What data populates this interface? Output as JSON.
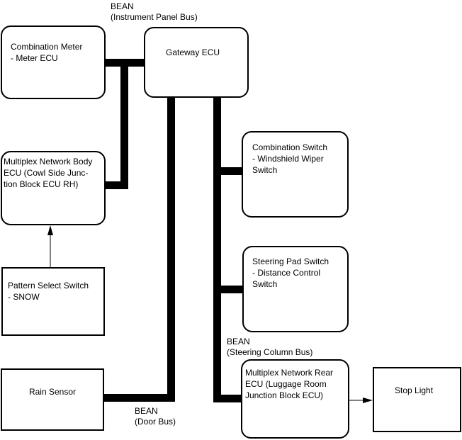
{
  "diagram": {
    "nodes": {
      "combination_meter": {
        "line1": "Combination Meter",
        "line2": "- Meter ECU"
      },
      "gateway_ecu": {
        "label": "Gateway ECU"
      },
      "body_ecu": {
        "line1": "Multiplex Network Body",
        "line2": "ECU (Cowl Side Junc-",
        "line3": "tion Block ECU RH)"
      },
      "pattern_select": {
        "line1": "Pattern Select Switch",
        "line2": "- SNOW"
      },
      "rain_sensor": {
        "label": "Rain Sensor"
      },
      "combination_switch": {
        "line1": "Combination Switch",
        "line2": "- Windshield Wiper",
        "line3": "Switch"
      },
      "steering_pad": {
        "line1": "Steering Pad Switch",
        "line2": "- Distance Control",
        "line3": "Switch"
      },
      "rear_ecu": {
        "line1": "Multiplex Network Rear",
        "line2": "ECU (Luggage Room",
        "line3": "Junction Block ECU)"
      },
      "stop_light": {
        "label": "Stop Light"
      }
    },
    "buses": {
      "instrument_panel": {
        "line1": "BEAN",
        "line2": "(Instrument Panel Bus)"
      },
      "door": {
        "line1": "BEAN",
        "line2": "(Door Bus)"
      },
      "steering_column": {
        "line1": "BEAN",
        "line2": "(Steering Column Bus)"
      }
    }
  }
}
